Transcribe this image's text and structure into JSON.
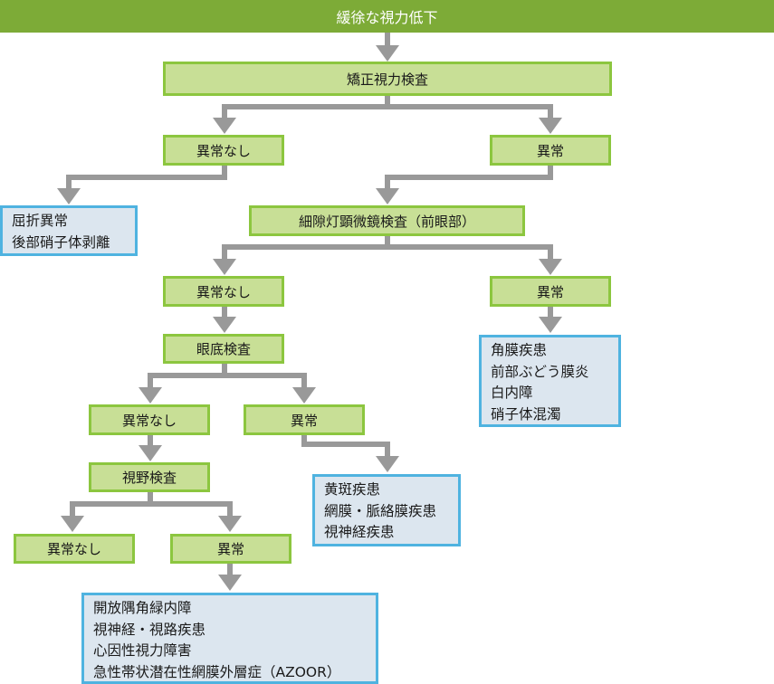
{
  "title": "緩徐な視力低下",
  "nodes": {
    "corrected_va": "矯正視力検査",
    "va_normal": "異常なし",
    "va_abnormal": "異常",
    "result_refractive": [
      "屈折異常",
      "後部硝子体剥離"
    ],
    "slit_lamp": "細隙灯顕微鏡検査（前眼部）",
    "slit_normal": "異常なし",
    "slit_abnormal": "異常",
    "result_anterior": [
      "角膜疾患",
      "前部ぶどう膜炎",
      "白内障",
      "硝子体混濁"
    ],
    "fundus": "眼底検査",
    "fundus_normal": "異常なし",
    "fundus_abnormal": "異常",
    "result_fundus": [
      "黄斑疾患",
      "網膜・脈絡膜疾患",
      "視神経疾患"
    ],
    "visual_field": "視野検査",
    "vf_normal": "異常なし",
    "vf_abnormal": "異常",
    "result_vf": [
      "開放隅角緑内障",
      "視神経・視路疾患",
      "心因性視力障害",
      "急性帯状潜在性網膜外層症（AZOOR）"
    ]
  },
  "colors": {
    "header": "#7dab37",
    "step_fill": "#c8df96",
    "step_border": "#8cc63f",
    "result_fill": "#dce6ef",
    "result_border": "#4fb3e0",
    "connector": "#999999"
  }
}
